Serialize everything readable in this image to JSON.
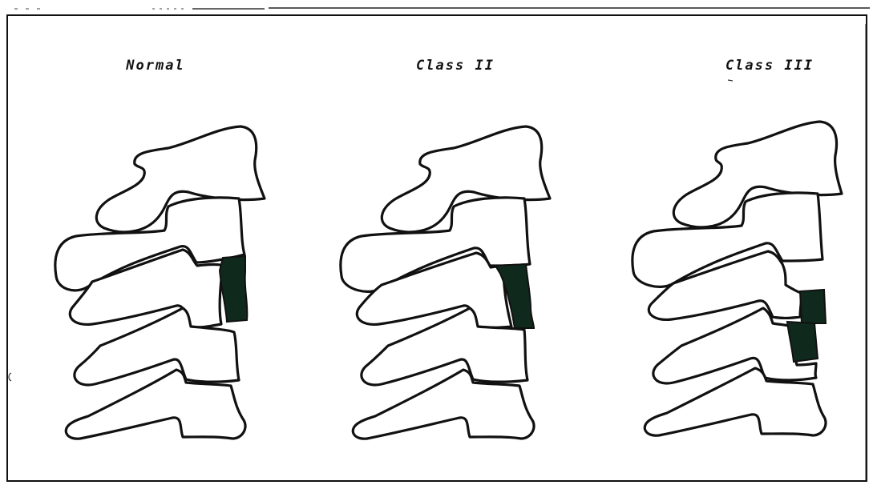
{
  "figure": {
    "panels": [
      {
        "id": "normal",
        "title": "Normal"
      },
      {
        "id": "class-2",
        "title": "Class II"
      },
      {
        "id": "class-3",
        "title": "Class III"
      }
    ]
  },
  "colors": {
    "outline": "#111111",
    "filled_region": "#0f2a1c",
    "background": "#ffffff"
  }
}
